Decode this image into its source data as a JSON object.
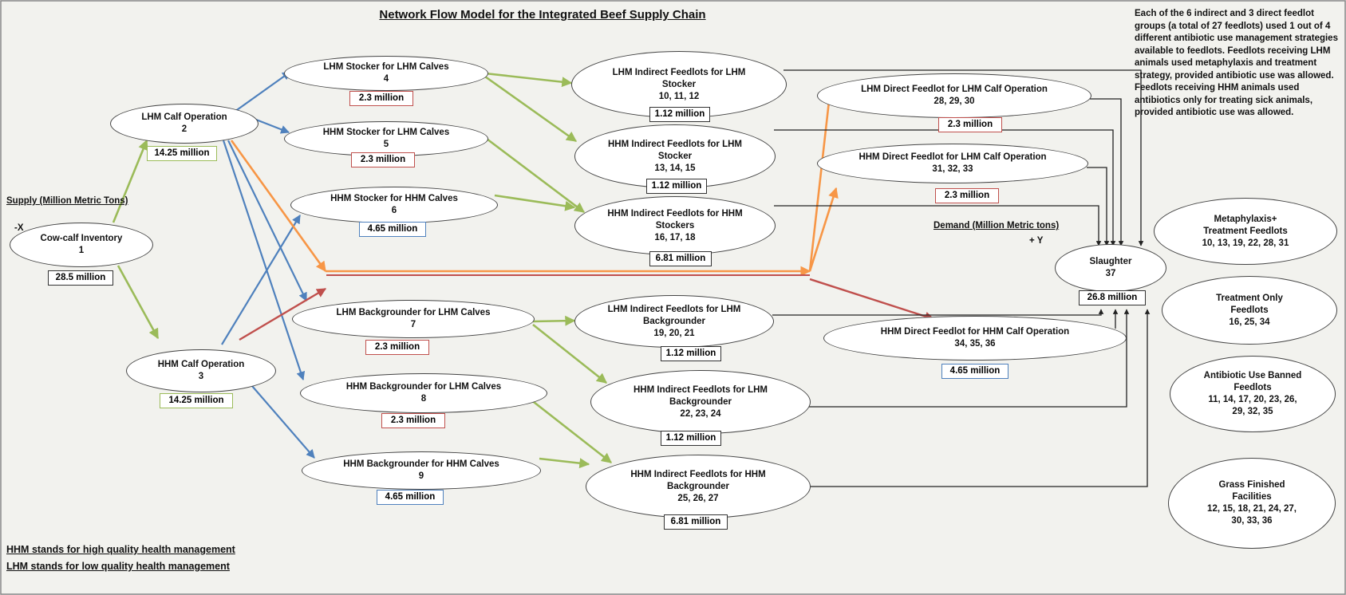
{
  "title": "Network Flow Model for the Integrated Beef Supply Chain",
  "note": "Each of the 6 indirect and 3 direct feedlot groups (a total of 27 feedlots) used 1 out of 4 different antibiotic use management  strategies available to feedlots. Feedlots receiving LHM animals used metaphylaxis  and treatment strategy, provided antibiotic use was allowed. Feedlots receiving HHM animals used antibiotics only for treating sick animals, provided antibiotic use was allowed.",
  "labels": {
    "supply": "Supply (Million  Metric Tons)",
    "minus_x": "-X",
    "demand": "Demand (Million  Metric  tons)",
    "plus_y": "+ Y"
  },
  "legend": {
    "hhm": "HHM stands for high quality health management",
    "lhm": "LHM stands for low quality health management"
  },
  "nodes": {
    "n1": {
      "name": "Cow-calf Inventory",
      "ids": "1",
      "value": "28.5 million"
    },
    "n2": {
      "name": "LHM Calf Operation",
      "ids": "2",
      "value": "14.25 million"
    },
    "n3": {
      "name": "HHM Calf Operation",
      "ids": "3",
      "value": "14.25 million"
    },
    "n4": {
      "name": "LHM Stocker for LHM Calves",
      "ids": "4",
      "value": "2.3 million"
    },
    "n5": {
      "name": "HHM Stocker for LHM Calves",
      "ids": "5",
      "value": "2.3 million"
    },
    "n6": {
      "name": "HHM Stocker for HHM Calves",
      "ids": "6",
      "value": "4.65 million"
    },
    "n7": {
      "name": "LHM Backgrounder for LHM Calves",
      "ids": "7",
      "value": "2.3 million"
    },
    "n8": {
      "name": "HHM Backgrounder for LHM Calves",
      "ids": "8",
      "value": "2.3 million"
    },
    "n9": {
      "name": "HHM Backgrounder for HHM Calves",
      "ids": "9",
      "value": "4.65 million"
    },
    "f10": {
      "name1": "LHM Indirect Feedlots for LHM",
      "name2": "Stocker",
      "ids": "10, 11, 12",
      "value": "1.12 million"
    },
    "f13": {
      "name1": "HHM Indirect Feedlots for LHM",
      "name2": "Stocker",
      "ids": "13, 14, 15",
      "value": "1.12 million"
    },
    "f16": {
      "name1": "HHM Indirect Feedlots for HHM",
      "name2": "Stockers",
      "ids": "16, 17, 18",
      "value": "6.81 million"
    },
    "f19": {
      "name1": "LHM Indirect Feedlots for LHM",
      "name2": "Backgrounder",
      "ids": "19, 20, 21",
      "value": "1.12 million"
    },
    "f22": {
      "name1": "HHM Indirect Feedlots for LHM",
      "name2": "Backgrounder",
      "ids": "22, 23, 24",
      "value": "1.12 million"
    },
    "f25": {
      "name1": "HHM Indirect Feedlots for HHM",
      "name2": "Backgrounder",
      "ids": "25, 26, 27",
      "value": "6.81 million"
    },
    "d28": {
      "name": "LHM Direct Feedlot for LHM Calf Operation",
      "ids": "28, 29, 30",
      "value": "2.3 million"
    },
    "d31": {
      "name": "HHM Direct Feedlot for LHM Calf Operation",
      "ids": "31, 32, 33",
      "value": "2.3 million"
    },
    "d34": {
      "name": "HHM Direct Feedlot for HHM Calf Operation",
      "ids": "34, 35, 36",
      "value": "4.65 million"
    },
    "s37": {
      "name": "Slaughter",
      "ids": "37",
      "value": "26.8 million"
    }
  },
  "categories": {
    "meta": {
      "line1": "Metaphylaxis+",
      "line2": "Treatment Feedlots",
      "ids": "10, 13, 19, 22, 28, 31"
    },
    "treat": {
      "line1": "Treatment Only",
      "line2": "Feedlots",
      "ids": "16, 25, 34"
    },
    "banned": {
      "line1": "Antibiotic Use Banned",
      "line2": "Feedlots",
      "ids1": "11, 14, 17, 20, 23, 26,",
      "ids2": "29, 32, 35"
    },
    "grass": {
      "line1": "Grass Finished",
      "line2": "Facilities",
      "ids1": "12, 15, 18, 21, 24, 27,",
      "ids2": "30, 33, 36"
    }
  },
  "colors": {
    "green": "#9bbb59",
    "blue": "#4f81bd",
    "orange": "#f79646",
    "red": "#c0504d",
    "black": "#222222"
  }
}
